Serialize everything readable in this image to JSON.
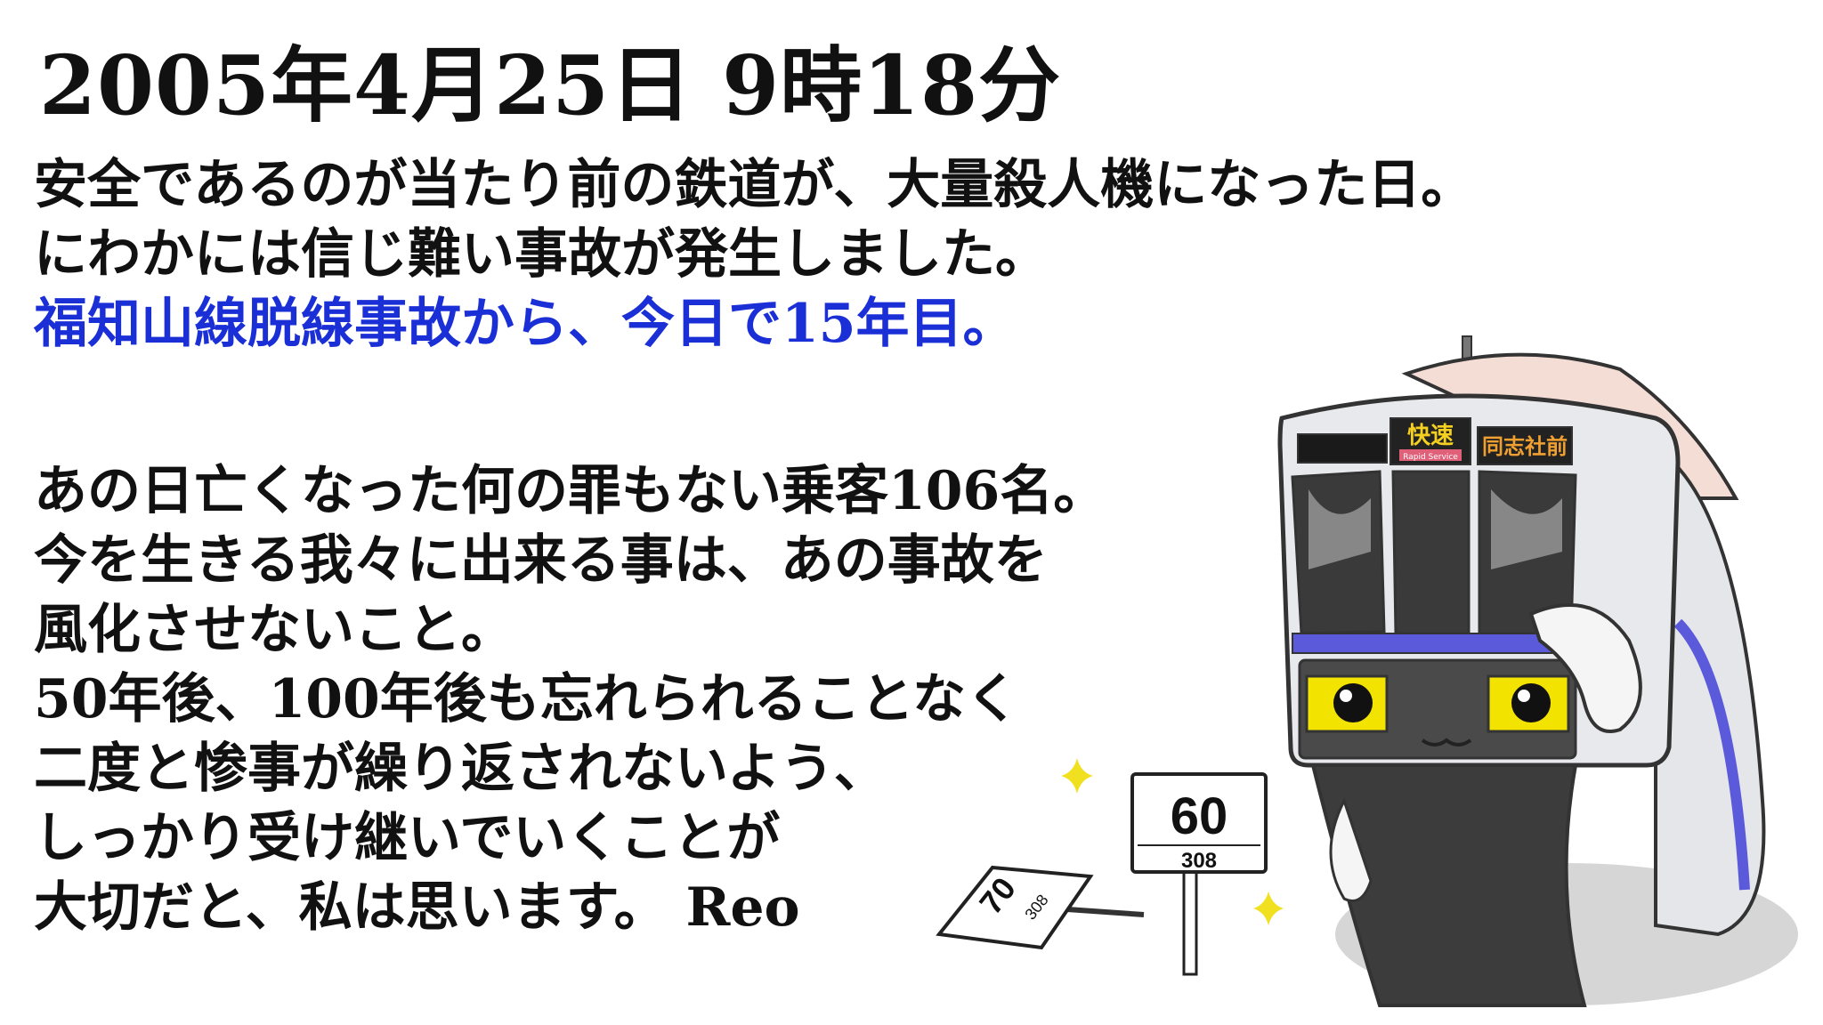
{
  "heading": "2005年4月25日 9時18分",
  "paragraph1": [
    "安全であるのが当たり前の鉄道が、大量殺人機になった日。",
    "にわかには信じ難い事故が発生しました。",
    "福知山線脱線事故から、今日で15年目。"
  ],
  "paragraph2": [
    "あの日亡くなった何の罪もない乗客106名。",
    "今を生きる我々に出来る事は、あの事故を",
    "風化させないこと。",
    "50年後、100年後も忘れられることなく",
    "二度と惨事が繰り返されないよう、",
    "しっかり受け継いでいくことが",
    "大切だと、私は思います。 Reo"
  ],
  "train": {
    "service_type": "快速",
    "service_sub": "Rapid Service",
    "destination": "同志社前"
  },
  "signs": {
    "standing_speed": "60",
    "standing_number": "308",
    "fallen_speed": "70",
    "fallen_number": "308"
  },
  "colors": {
    "text": "#111111",
    "highlight": "#1a2fd6",
    "train_stripe": "#5a5adb",
    "eye_yellow": "#f2e400",
    "sparkle": "#f0e020"
  }
}
